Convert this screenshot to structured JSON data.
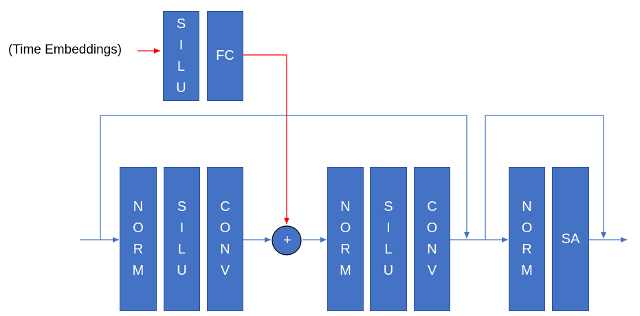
{
  "input_label": "(Time Embeddings)",
  "colors": {
    "block": "#4472c4",
    "arrow": "#4472c4",
    "time_arrow": "#ff0000"
  },
  "blocks": {
    "silu_time": "SILU",
    "fc": "FC",
    "norm1": "NORM",
    "silu1": "SILU",
    "conv1": "CONV",
    "norm2": "NORM",
    "silu2": "SILU",
    "conv2": "CONV",
    "norm3": "NORM",
    "sa": "SA"
  },
  "add_node": "+"
}
